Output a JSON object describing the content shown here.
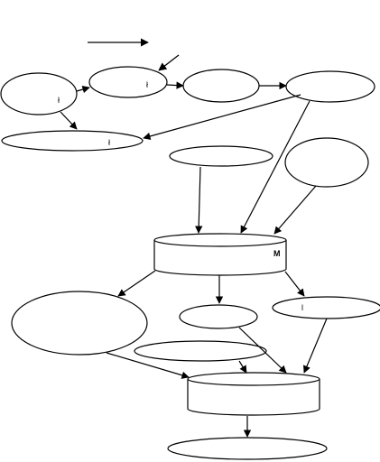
{
  "diagram": {
    "style": {
      "stroke_color": "#000000",
      "background_color": "#ffffff",
      "arrowhead": "filled-triangle"
    },
    "glyphs": {
      "n1_mark": "ł",
      "n2_mark": "ł",
      "n4_mark": "ł",
      "n8_mark": "M",
      "n10_mark": "l"
    }
  }
}
